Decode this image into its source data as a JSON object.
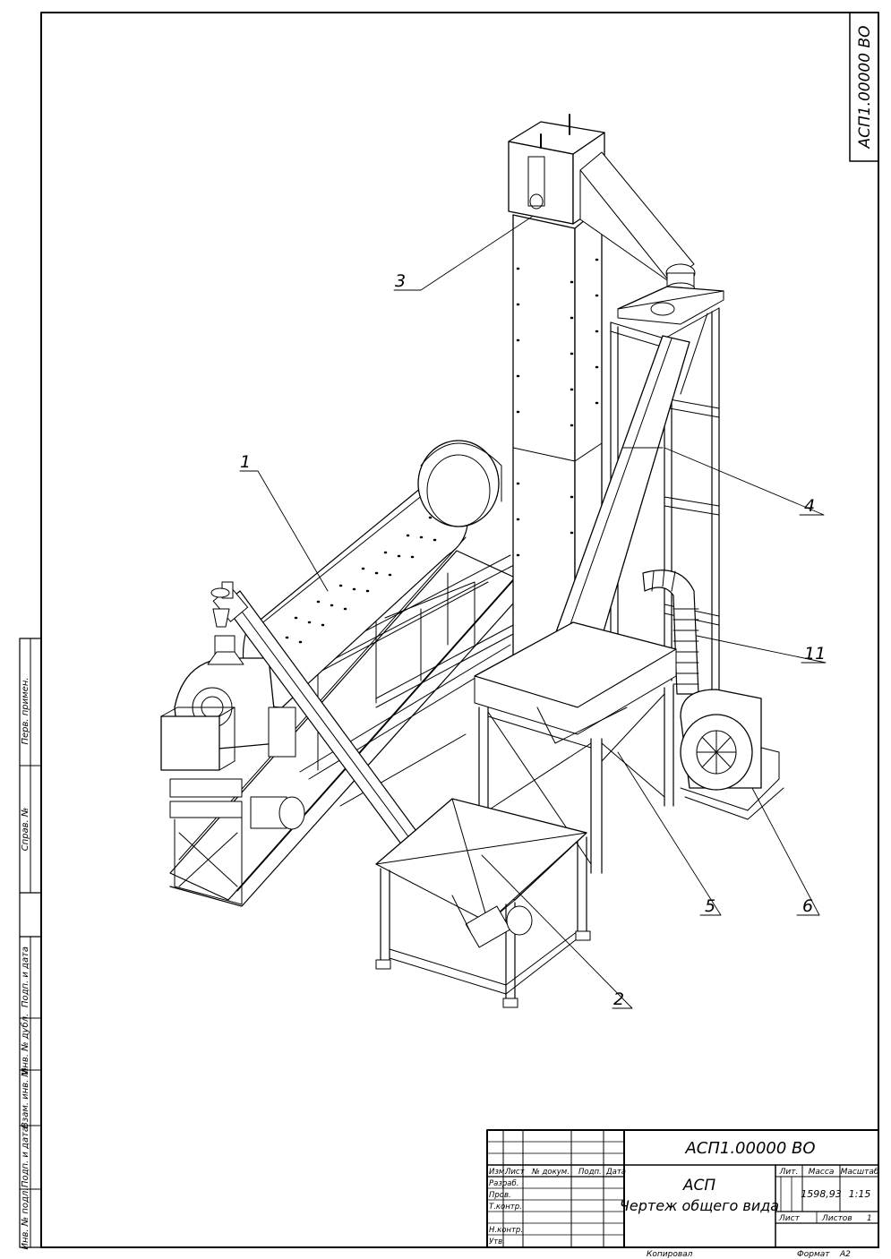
{
  "doc_code": "АСП1.00000 ВО",
  "title_block": {
    "code": "АСП1.00000 ВО",
    "name_line1": "АСП",
    "name_line2": "Чертеж общего вида",
    "col_izm": "Изм.",
    "col_list": "Лист",
    "col_docnum": "№ докум.",
    "col_sign": "Подп.",
    "col_date": "Дата",
    "row_razrab": "Разраб.",
    "row_prov": "Пров.",
    "row_tkontr": "Т.контр.",
    "row_nkontr": "Н.контр.",
    "row_utv": "Утв.",
    "lit_label": "Лит.",
    "mass_label": "Масса",
    "scale_label": "Масштаб",
    "mass_value": "1598,93",
    "scale_value": "1:15",
    "sheet_label": "Лист",
    "sheets_label": "Листов",
    "sheets_value": "1"
  },
  "footer": {
    "copied_label": "Копировал",
    "format_label": "Формат",
    "format_value": "А2"
  },
  "side_stamps": [
    "Перв. примен.",
    "Справ. №",
    "Подп. и дата",
    "Инв. № дубл.",
    "Взам. инв. №",
    "Подп. и дата",
    "Инв. № подл."
  ],
  "callouts": [
    "1",
    "2",
    "3",
    "4",
    "5",
    "6",
    "11"
  ]
}
